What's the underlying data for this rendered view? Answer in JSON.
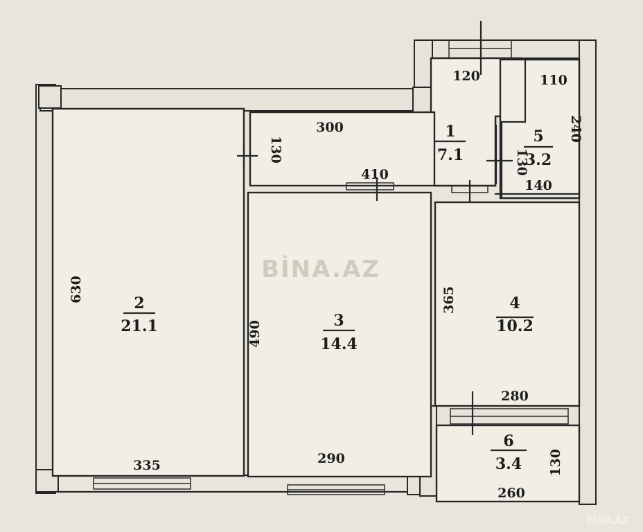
{
  "watermark": "BİNA.AZ",
  "watermark_corner": "BİNA.AZ",
  "rooms": [
    {
      "number": "1",
      "area": "7.1"
    },
    {
      "number": "2",
      "area": "21.1"
    },
    {
      "number": "3",
      "area": "14.4"
    },
    {
      "number": "4",
      "area": "10.2"
    },
    {
      "number": "5",
      "area": "3.2"
    },
    {
      "number": "6",
      "area": "3.4"
    }
  ],
  "dimensions": {
    "room1_top": "120",
    "room1_width": "300",
    "room1_height": "130",
    "corridor_door": "130",
    "corridor_bottom": "410",
    "room5_top": "110",
    "room5_side": "240",
    "room5_bottom": "140",
    "room2_height": "630",
    "room2_width": "335",
    "room3_height": "490",
    "room3_width": "290",
    "room4_height": "365",
    "room4_width": "280",
    "room6_side": "130",
    "room6_width": "260"
  }
}
